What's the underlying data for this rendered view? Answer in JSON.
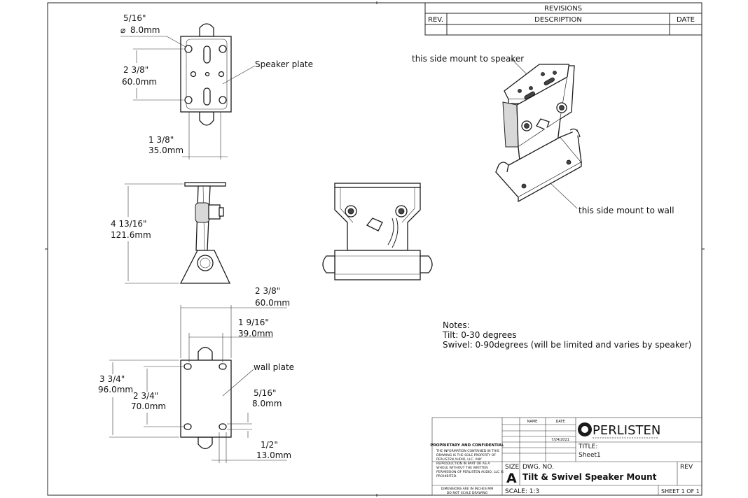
{
  "revisions": {
    "title": "REVISIONS",
    "col_rev": "REV.",
    "col_description": "DESCRIPTION",
    "col_date": "DATE"
  },
  "top_view": {
    "hole_dia_in": "5/16\"",
    "hole_dia_mm": "8.0mm",
    "hole_spacing_in": "2 3/8\"",
    "hole_spacing_mm": "60.0mm",
    "width_in": "1 3/8\"",
    "width_mm": "35.0mm",
    "label": "Speaker plate"
  },
  "side_view": {
    "height_in": "4 13/16\"",
    "height_mm": "121.6mm"
  },
  "bottom_view": {
    "width_in": "2 3/8\"",
    "width_mm": "60.0mm",
    "inner_width_in": "1 9/16\"",
    "inner_width_mm": "39.0mm",
    "height_in": "3 3/4\"",
    "height_mm": "96.0mm",
    "hole_spacing_in": "2 3/4\"",
    "hole_spacing_mm": "70.0mm",
    "slot_in": "5/16\"",
    "slot_mm": "8.0mm",
    "edge_in": "1/2\"",
    "edge_mm": "13.0mm",
    "label": "wall plate"
  },
  "iso_view": {
    "label_speaker": "this side mount to speaker",
    "label_wall": "this side mount to wall"
  },
  "notes": {
    "heading": "Notes:",
    "line1": "Tilt: 0-30 degrees",
    "line2": "Swivel: 0-90degrees (will be limited and varies by speaker)"
  },
  "title_block": {
    "col_name": "NAME",
    "col_date": "DATE",
    "date_value": "7/24/2021",
    "proprietary_heading": "PROPRIETARY AND CONFIDENTIAL",
    "proprietary_lines": [
      "THE INFORMATION CONTAINED IN THIS",
      "DRAWING IS THE SOLE PROPERTY OF",
      "PERLISTEN AUDIO, LLC.  ANY",
      "REPRODUCTION IN PART OR AS A",
      "WHOLE WITHOUT THE WRITTEN",
      "PERMISSION OF PERLISTEN AUDIO, LLC IS",
      "PROHIBITED."
    ],
    "footer_line1": "DIMENSIONS ARE IN INCHES MM",
    "footer_line2": "DO NOT SCALE DRAWING",
    "brand": "PERLISTEN",
    "title_label": "TITLE:",
    "title_value": "Sheet1",
    "size_label": "SIZE",
    "size_value": "A",
    "dwg_label": "DWG.  NO.",
    "dwg_value": "Tilt & Swivel Speaker Mount",
    "rev_label": "REV",
    "scale": "SCALE: 1:3",
    "sheet": "SHEET 1 OF 1"
  }
}
